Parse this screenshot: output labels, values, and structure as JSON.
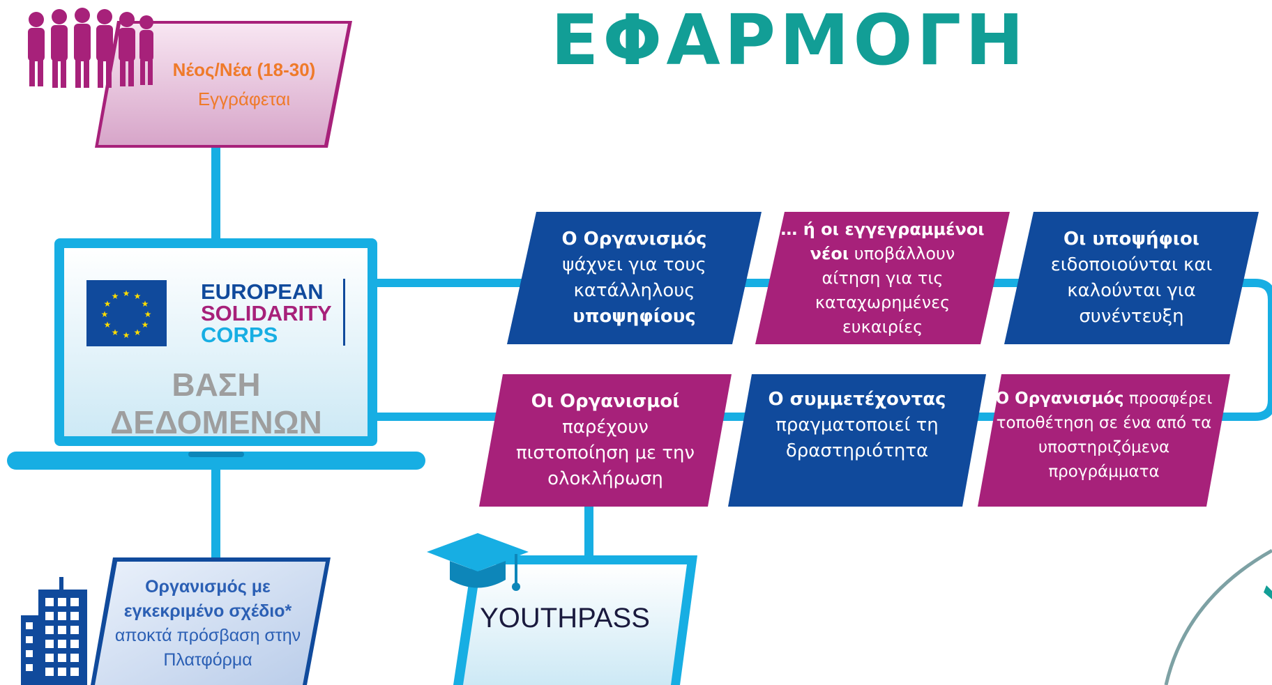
{
  "title": "ΕΦΑΡΜΟΓΗ",
  "colors": {
    "teal": "#129e96",
    "navy": "#104a9c",
    "magenta": "#a7217a",
    "cyan": "#17aee3",
    "orange": "#ef7a2a",
    "grey_text": "#9e9e9e"
  },
  "young_person": {
    "icon": "people-silhouette-icon",
    "title": "Νέος/Νέα (18-30)",
    "subtitle": "Εγγράφεται"
  },
  "database": {
    "logo_lines": [
      "EUROPEAN",
      "SOLIDARITY",
      "CORPS"
    ],
    "label_lines": [
      "ΒΑΣΗ",
      "ΔΕΔΟΜΕΝΩΝ"
    ]
  },
  "organisation": {
    "icon": "building-icon",
    "title_lines": [
      "Οργανισμός με",
      "εγκεκριμένο σχέδιο*"
    ],
    "text_lines": [
      "αποκτά πρόσβαση στην",
      "Πλατφόρμα"
    ]
  },
  "youthpass": {
    "icon": "graduation-cap-icon",
    "label": "YOUTHPASS"
  },
  "steps_row1": [
    {
      "color": "navy",
      "lines": [
        {
          "text": "Ο Οργανισμός",
          "bold": true
        },
        {
          "text": "ψάχνει για τους",
          "bold": false
        },
        {
          "text": "κατάλληλους",
          "bold": false
        },
        {
          "text": "υποψηφίους",
          "bold": true
        }
      ]
    },
    {
      "color": "magenta",
      "lines": [
        {
          "text": "… ή οι εγγεγραμμένοι",
          "bold": true
        },
        {
          "text": "νέοι υποβάλλουν",
          "bold": false,
          "bold_prefix": "νέοι"
        },
        {
          "text": "αίτηση για τις",
          "bold": false
        },
        {
          "text": "καταχωρημένες",
          "bold": false
        },
        {
          "text": "ευκαιρίες",
          "bold": false
        }
      ]
    },
    {
      "color": "navy",
      "lines": [
        {
          "text": "Οι υποψήφιοι",
          "bold": true
        },
        {
          "text": "ειδοποιούνται και",
          "bold": false
        },
        {
          "text": "καλούνται για",
          "bold": false
        },
        {
          "text": "συνέντευξη",
          "bold": false
        }
      ]
    }
  ],
  "steps_row2": [
    {
      "color": "magenta",
      "lines": [
        {
          "text": "Οι Οργανισμοί",
          "bold": true
        },
        {
          "text": "παρέχουν",
          "bold": false
        },
        {
          "text": "πιστοποίηση με την",
          "bold": false
        },
        {
          "text": "ολοκλήρωση",
          "bold": false
        }
      ]
    },
    {
      "color": "navy",
      "lines": [
        {
          "text": "Ο συμμετέχοντας",
          "bold": true
        },
        {
          "text": "πραγματοποιεί τη",
          "bold": false
        },
        {
          "text": "δραστηριότητα",
          "bold": false
        }
      ]
    },
    {
      "color": "magenta",
      "lines": [
        {
          "text": "Ο Οργανισμός προσφέρει",
          "bold": false,
          "bold_prefix": "Ο Οργανισμός"
        },
        {
          "text": "τοποθέτηση σε ένα από τα",
          "bold": false
        },
        {
          "text": "υποστηριζόμενα",
          "bold": false
        },
        {
          "text": "προγράμματα",
          "bold": false
        }
      ]
    }
  ]
}
